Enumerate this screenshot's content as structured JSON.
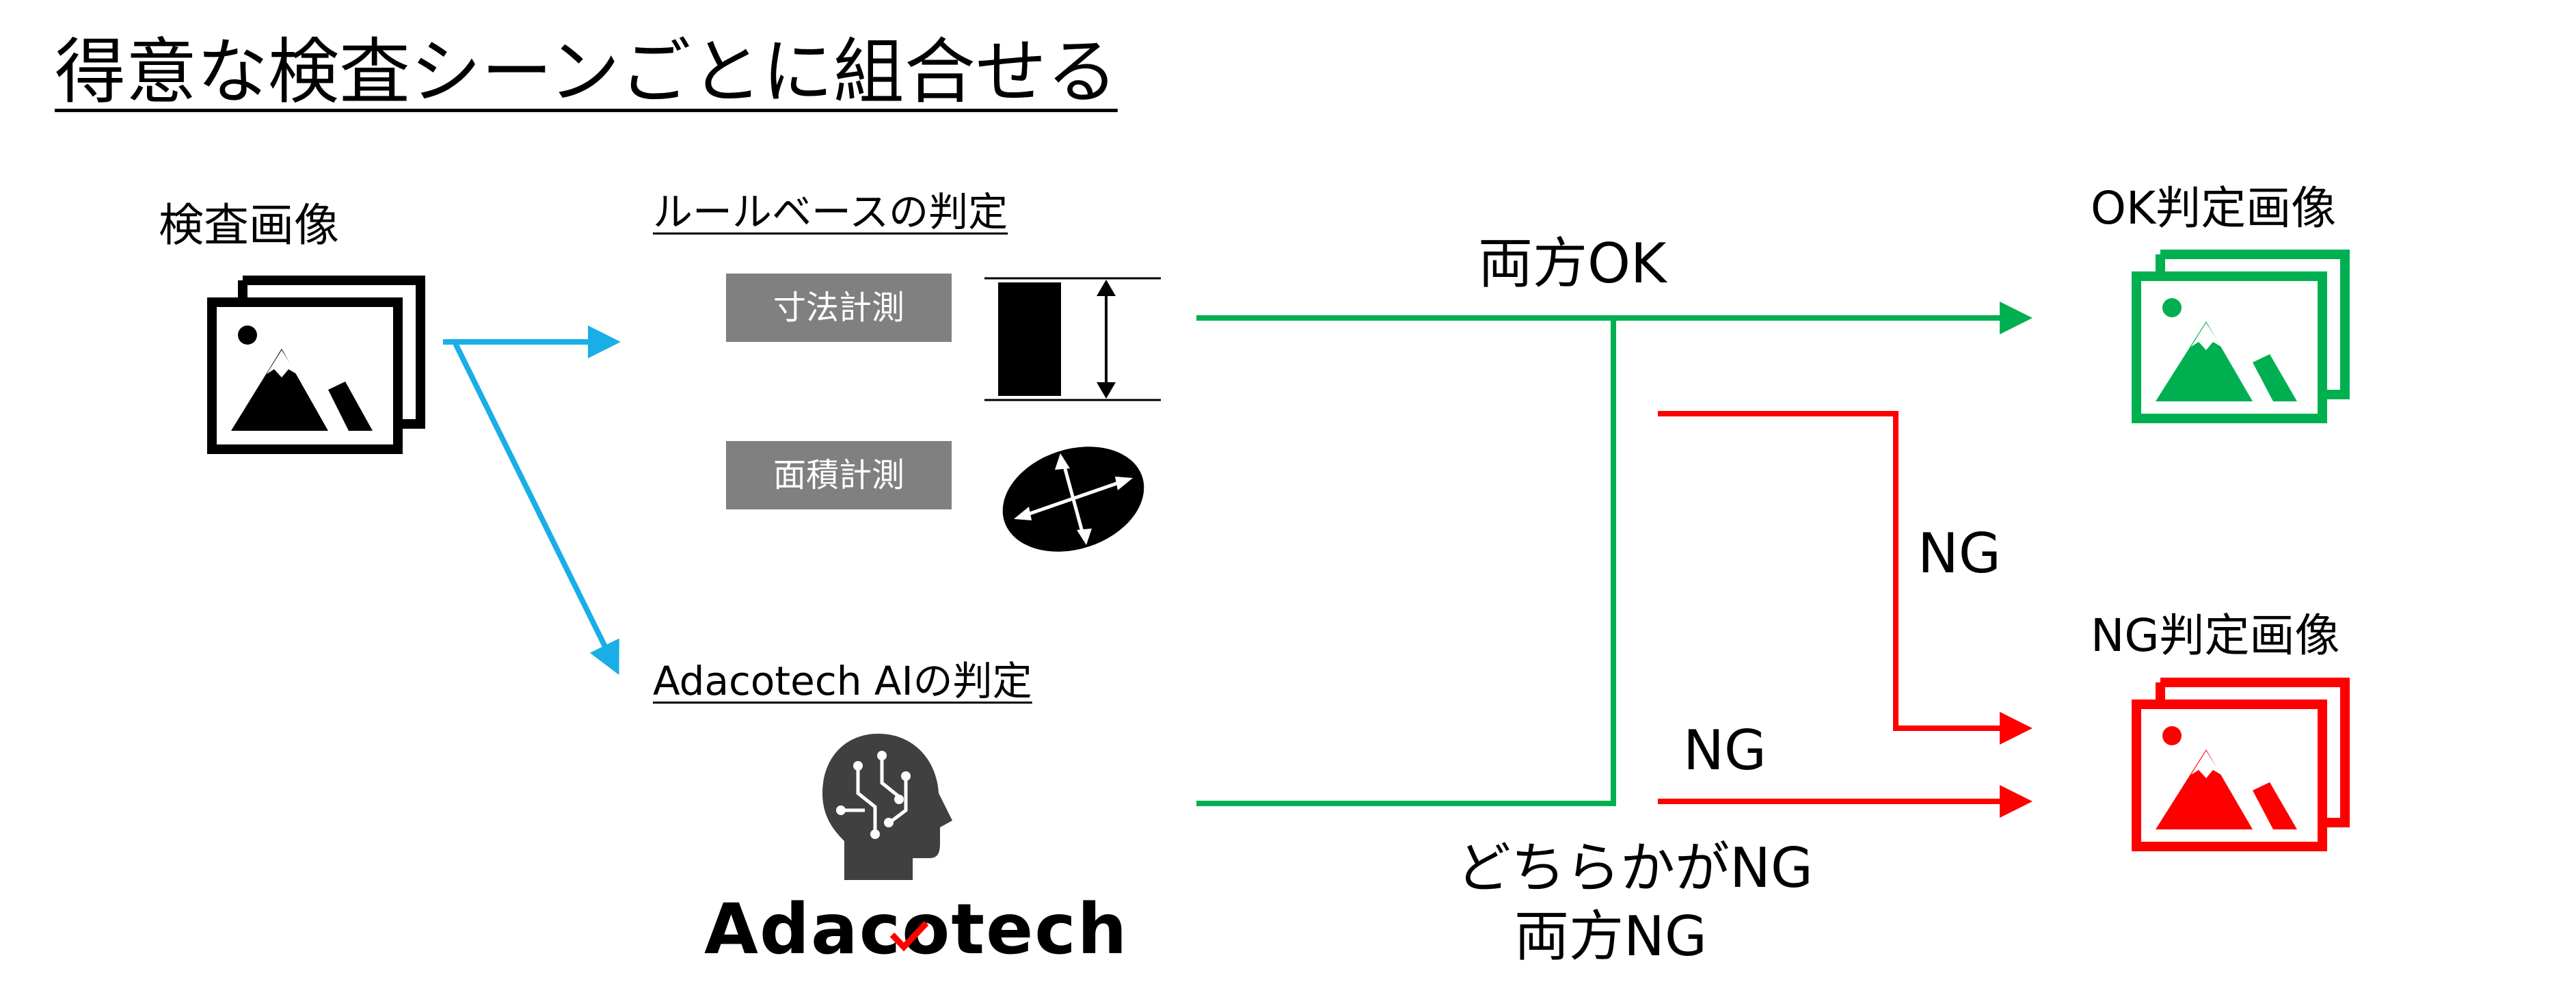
{
  "title": "得意な検査シーンごとに組合せる",
  "input": {
    "label": "検査画像"
  },
  "rule_based": {
    "heading": "ルールベースの判定",
    "tools": [
      {
        "label": "寸法計測"
      },
      {
        "label": "面積計測"
      }
    ]
  },
  "ai": {
    "heading": "Adacotech AIの判定",
    "logo_text": "Adacotech"
  },
  "flow": {
    "both_ok": "両方OK",
    "ng_upper": "NG",
    "ng_lower": "NG",
    "either_ng": "どちらかがNG",
    "both_ng": "両方NG"
  },
  "outputs": {
    "ok_label": "OK判定画像",
    "ng_label": "NG判定画像"
  },
  "colors": {
    "input_arrow": "#1aaee6",
    "ok": "#00b050",
    "ng": "#ff0000",
    "icon_dark": "#000000",
    "brain": "#404040",
    "box_gray": "#808080"
  },
  "icons": {
    "input": "image-stack-icon",
    "ok_output": "image-stack-icon",
    "ng_output": "image-stack-icon",
    "dimension": "dimension-measure-icon",
    "area": "area-measure-icon",
    "ai": "ai-brain-head-icon"
  }
}
